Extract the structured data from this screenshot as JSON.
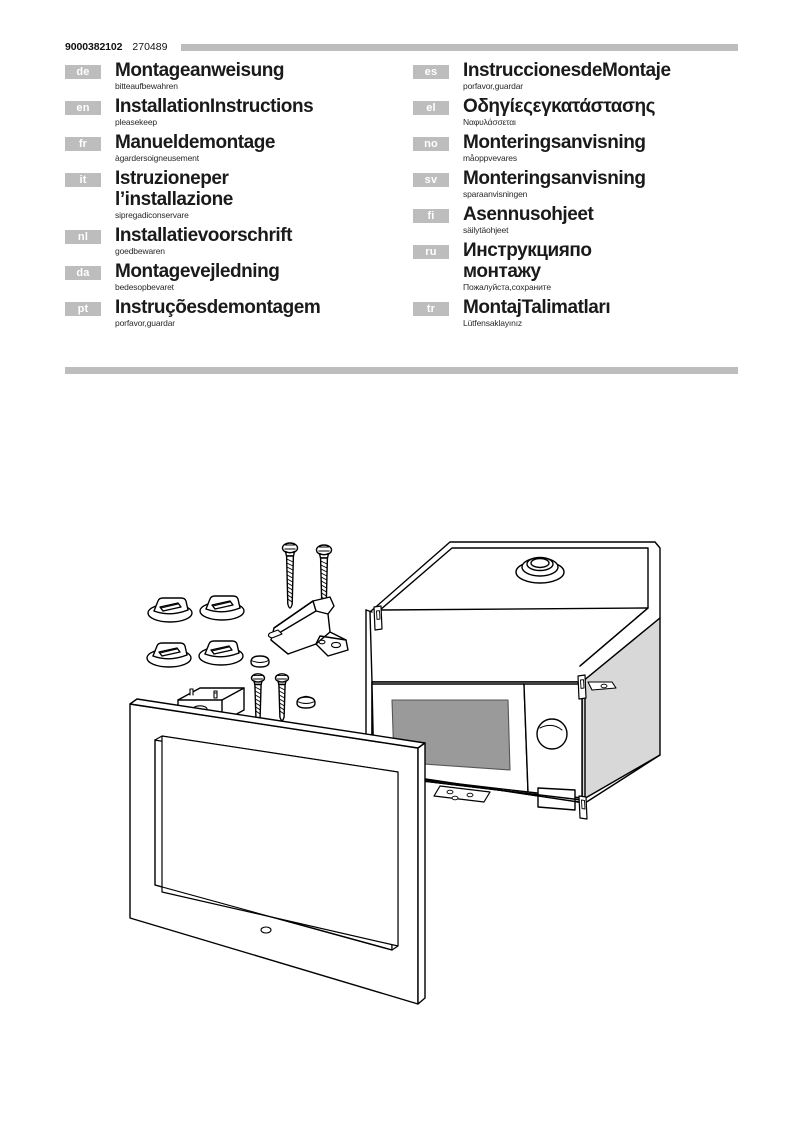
{
  "header": {
    "doc_number": "9000382102",
    "revision": "270489",
    "rule_color": "#bdbdbd"
  },
  "languages": {
    "left": [
      {
        "code": "de",
        "title": "Montageanweisung",
        "subtitle": "bitteaufbewahren"
      },
      {
        "code": "en",
        "title": "InstallationInstructions",
        "subtitle": "pleasekeep"
      },
      {
        "code": "fr",
        "title": "Manueldemontage",
        "subtitle": "àgardersoigneusement"
      },
      {
        "code": "it",
        "title": "Istruzioneper\nl’installazione",
        "subtitle": "sipregadiconservare"
      },
      {
        "code": "nl",
        "title": "Installatievoorschrift",
        "subtitle": "goedbewaren"
      },
      {
        "code": "da",
        "title": "Montagevejledning",
        "subtitle": "bedesopbevaret"
      },
      {
        "code": "pt",
        "title": "Instruçõesdemontagem",
        "subtitle": "porfavor,guardar"
      }
    ],
    "right": [
      {
        "code": "es",
        "title": "InstruccionesdeMontaje",
        "subtitle": "porfavor,guardar"
      },
      {
        "code": "el",
        "title": "Οδηγίεςεγκατάστασης",
        "subtitle": "Ναφυλάσσεται"
      },
      {
        "code": "no",
        "title": "Monteringsanvisning",
        "subtitle": "måoppvevares"
      },
      {
        "code": "sv",
        "title": "Monteringsanvisning",
        "subtitle": "sparaanvisningen"
      },
      {
        "code": "fi",
        "title": "Asennusohjeet",
        "subtitle": "säilytäohjeet"
      },
      {
        "code": "ru",
        "title": "Инструкцияпо\nмонтажу",
        "subtitle": "Пожалуйста,сохраните"
      },
      {
        "code": "tr",
        "title": "MontajTalimatları",
        "subtitle": "Lütfensaklayınız"
      }
    ]
  },
  "illustration": {
    "caption": "exploded-view-microwave-oven-built-in-installation-kit",
    "parts": [
      {
        "name": "spacer-foot",
        "quantity": 4
      },
      {
        "name": "long-screw",
        "quantity": 2
      },
      {
        "name": "short-screw",
        "quantity": 2
      },
      {
        "name": "mounting-bracket",
        "quantity": 1
      },
      {
        "name": "terminal-block",
        "quantity": 1
      },
      {
        "name": "cover-cap",
        "quantity": 2
      },
      {
        "name": "oven-body",
        "quantity": 1
      },
      {
        "name": "trim-frame",
        "quantity": 1
      }
    ],
    "colors": {
      "outline": "#000000",
      "door-window": "#9a9a9a",
      "fill": "#ffffff"
    }
  }
}
